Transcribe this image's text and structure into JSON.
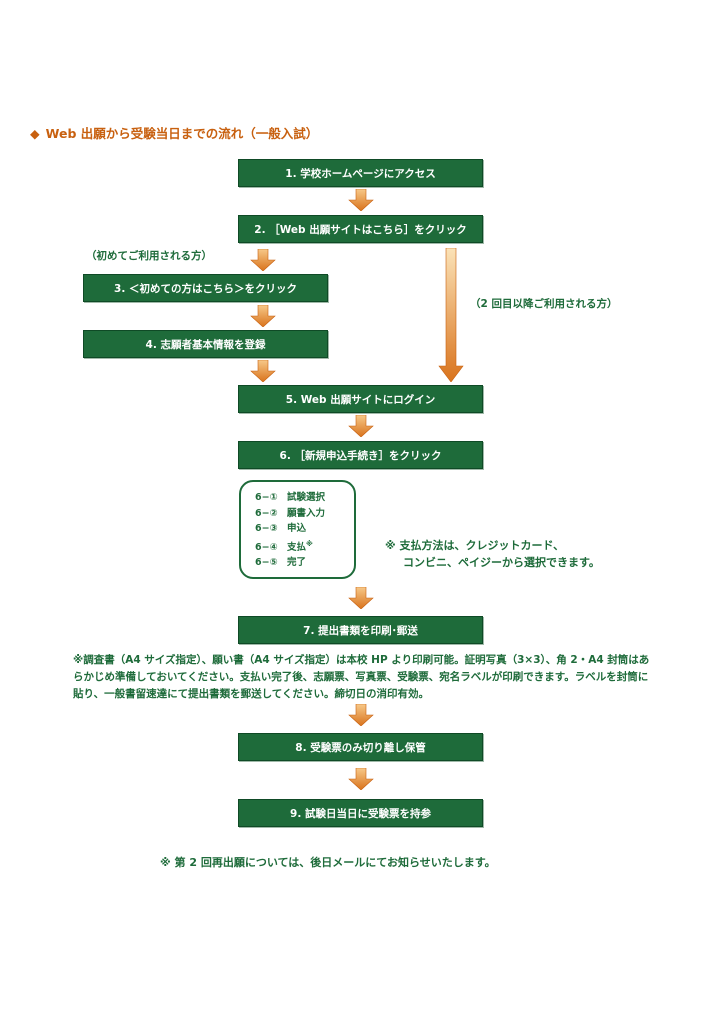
{
  "title": "Web 出願から受験当日までの流れ（一般入試）",
  "steps": {
    "s1": "1. 学校ホームページにアクセス",
    "s2": "2. ［Web 出願サイトはこちら］をクリック",
    "s3": "3. ＜初めての方はこちら＞をクリック",
    "s4": "4. 志願者基本情報を登録",
    "s5": "5. Web 出願サイトにログイン",
    "s6": "6. ［新規申込手続き］をクリック",
    "s7": "7. 提出書類を印刷･郵送",
    "s8": "8. 受験票のみ切り離し保管",
    "s9": "9. 試験日当日に受験票を持参"
  },
  "labels": {
    "first_time": "（初めてご利用される方）",
    "second_time": "（2 回目以降ご利用される方）"
  },
  "substeps": [
    {
      "num": "6−①",
      "label": "試験選択"
    },
    {
      "num": "6−②",
      "label": "願書入力"
    },
    {
      "num": "6−③",
      "label": "申込"
    },
    {
      "num": "6−④",
      "label": "支払",
      "mark": "※"
    },
    {
      "num": "6−⑤",
      "label": "完了"
    }
  ],
  "payment_note": {
    "line1": "※ 支払方法は、クレジットカード、",
    "line2": "コンビニ、ペイジーから選択できます。"
  },
  "documents_note": "※調査書（A4 サイズ指定）、願い書（A4 サイズ指定）は本校 HP より印刷可能。証明写真（3×3）、角 2・A4 封筒はあらかじめ準備しておいてください。支払い完了後、志願票、写真票、受験票、宛名ラベルが印刷できます。ラベルを封筒に貼り、一般書留速達にて提出書類を郵送してください。締切日の消印有効。",
  "bottom_note": "※ 第 2 回再出願については、後日メールにてお知らせいたします。",
  "colors": {
    "step_bg": "#1e6b3a",
    "accent": "#c8600f",
    "arrow": "#e8892a"
  }
}
